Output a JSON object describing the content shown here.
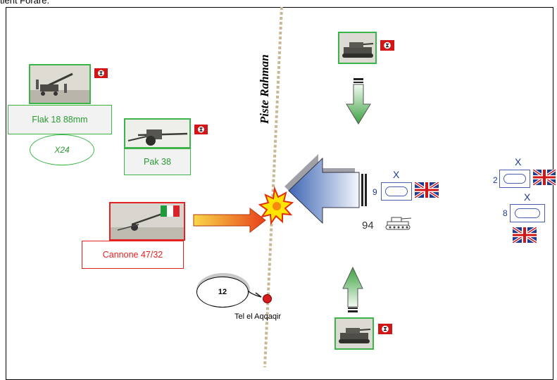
{
  "caption_partial": "tient Forare.",
  "road_name": "Piste Rahman",
  "location_label": "Tel el Aqqaqir",
  "turn_marker": "12",
  "axis_units": [
    {
      "id": "flak",
      "label": "Flak 18 88mm",
      "nation": "germany",
      "oval": "X24"
    },
    {
      "id": "pak",
      "label": "Pak 38",
      "nation": "germany"
    },
    {
      "id": "cannone",
      "label": "Cannone 47/32",
      "nation": "italy"
    },
    {
      "id": "tank-top",
      "label": "",
      "nation": "germany"
    },
    {
      "id": "tank-bottom",
      "label": "",
      "nation": "germany"
    }
  ],
  "british_units": [
    {
      "id": "brigade-9",
      "strength": "9",
      "size": "X",
      "nation": "uk"
    },
    {
      "id": "brigade-2",
      "strength": "2",
      "size": "X",
      "nation": "uk"
    },
    {
      "id": "brigade-8",
      "strength": "8",
      "size": "X",
      "nation": "uk"
    }
  ],
  "tank_count": "94",
  "colors": {
    "german_border": "#3cb44a",
    "italian_border": "#e52222",
    "british_blue": "#1f3a93",
    "arrow_green": "#3aa03e",
    "arrow_orange": "#f26b1d",
    "arrow_blue": "#4a6db5",
    "road": "#c8b894"
  },
  "icons": {
    "explosion": "explosion-icon",
    "tank": "tank-icon",
    "flag_germany": "nazi-flag-icon",
    "flag_uk": "union-jack-icon",
    "flag_italy": "italian-flag-icon",
    "location": "red-dot-icon"
  }
}
